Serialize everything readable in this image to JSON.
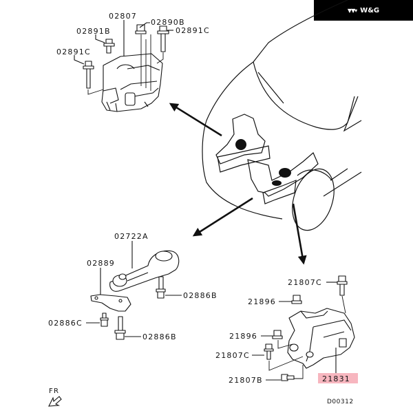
{
  "logo": {
    "mark": "▼▼▾",
    "text": "W&G"
  },
  "diagram": {
    "title_code": "D00312",
    "orientation_label": "FR",
    "highlight_color": "#f7b6bf",
    "groups": {
      "upper_left_mount": {
        "labels": [
          "02807",
          "02890B",
          "02891B",
          "02891C",
          "02891C"
        ]
      },
      "lower_left_mount": {
        "labels": [
          "02722A",
          "02889",
          "02886B",
          "02886C",
          "02886B"
        ]
      },
      "lower_right_mount": {
        "labels": [
          "21807C",
          "21896",
          "21896",
          "21807C",
          "21807B",
          "21831"
        ],
        "highlighted_label": "21831"
      }
    }
  }
}
